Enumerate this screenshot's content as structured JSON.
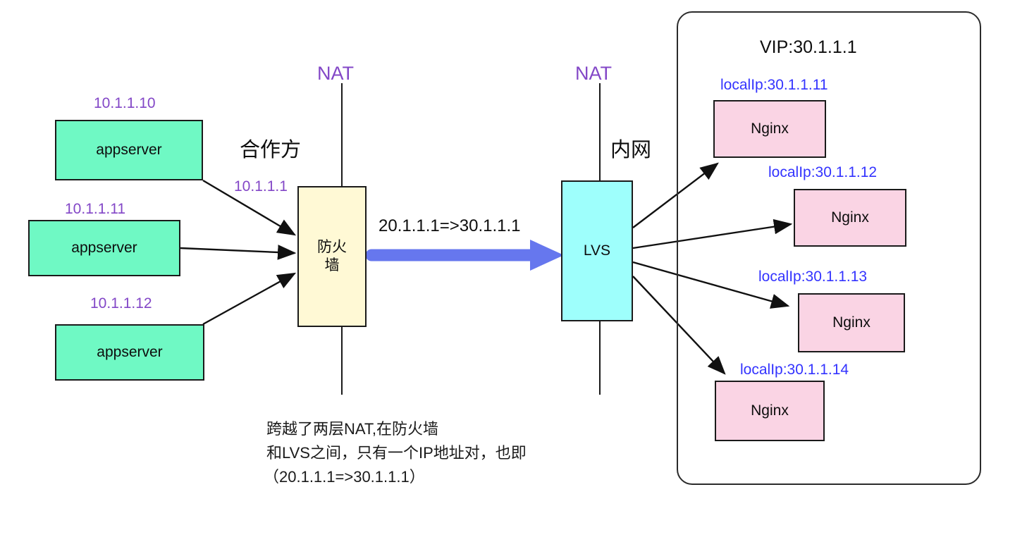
{
  "diagram": {
    "title_zones": {
      "partner": "合作方",
      "intranet": "内网"
    },
    "nat_labels": {
      "left": "NAT",
      "right": "NAT"
    },
    "appservers": [
      {
        "ip": "10.1.1.10",
        "label": "appserver"
      },
      {
        "ip": "10.1.1.11",
        "label": "appserver"
      },
      {
        "ip": "10.1.1.12",
        "label": "appserver"
      }
    ],
    "firewall": {
      "label_line1": "防火",
      "label_line2": "墙",
      "wan_ip": "10.1.1.1"
    },
    "flow": {
      "translation": "20.1.1.1=>30.1.1.1"
    },
    "lvs": {
      "label": "LVS"
    },
    "intranet_zone": {
      "vip": "VIP:30.1.1.1",
      "nginx_nodes": [
        {
          "ip_label": "localIp:30.1.1.11",
          "label": "Nginx"
        },
        {
          "ip_label": "localIp:30.1.1.12",
          "label": "Nginx"
        },
        {
          "ip_label": "localIp:30.1.1.13",
          "label": "Nginx"
        },
        {
          "ip_label": "localIp:30.1.1.14",
          "label": "Nginx"
        }
      ]
    },
    "caption": {
      "line1": "跨越了两层NAT,在防火墙",
      "line2": "和LVS之间，只有一个IP地址对，也即",
      "line3": "（20.1.1.1=>30.1.1.1）"
    },
    "colors": {
      "appserver_fill": "#6FF9C4",
      "firewall_fill": "#FFF9D5",
      "lvs_fill": "#9EFFFC",
      "nginx_fill": "#FAD4E4",
      "purple_text": "#8347C7",
      "blue_text": "#3333FF",
      "flow_arrow": "#6677EE",
      "stroke": "#1a1a1a"
    }
  }
}
